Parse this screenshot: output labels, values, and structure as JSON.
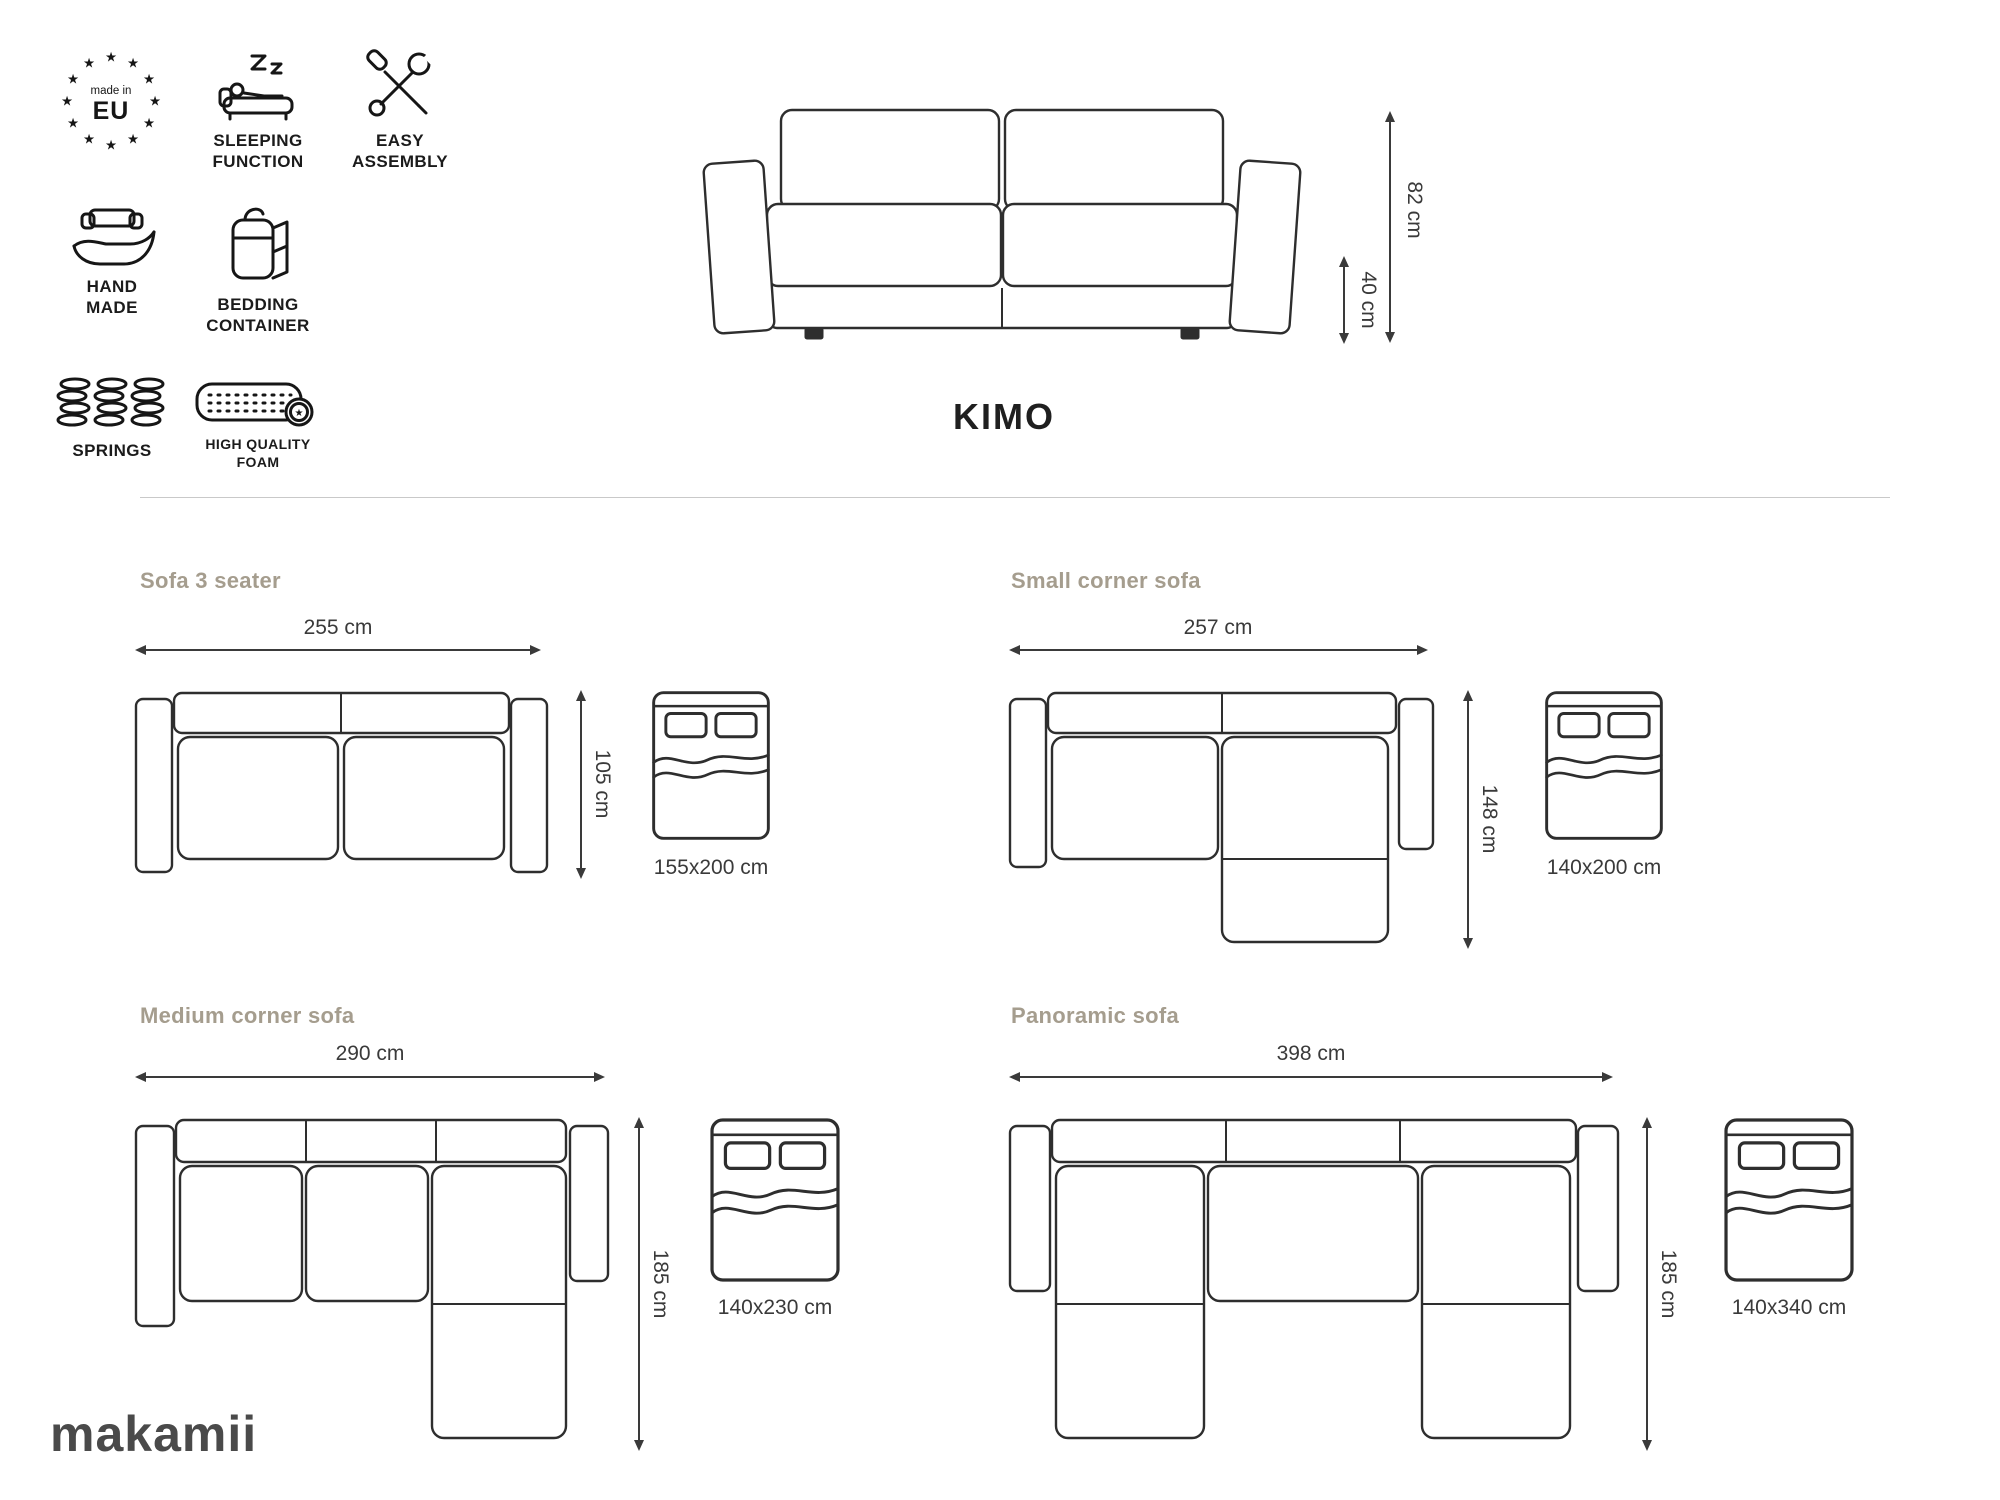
{
  "colors": {
    "line": "#2e2e2e",
    "heading": "#a59d8e",
    "divider": "#c9c9c9",
    "text": "#333333",
    "logo": "#4a4a4a"
  },
  "icons": {
    "star": "★"
  },
  "brand": {
    "logo_text": "makamii"
  },
  "product": {
    "name": "KIMO"
  },
  "badges": {
    "made_in_eu": {
      "icon": "eu-stars-icon",
      "line1": "made in",
      "line2": "EU"
    },
    "sleeping_function": {
      "icon": "sleeping-function-icon",
      "label": "SLEEPING\nFUNCTION"
    },
    "easy_assembly": {
      "icon": "easy-assembly-icon",
      "label": "EASY\nASSEMBLY"
    },
    "hand_made": {
      "icon": "hand-made-icon",
      "label": "HAND\nMADE"
    },
    "bedding_container": {
      "icon": "bedding-container-icon",
      "label": "BEDDING\nCONTAINER"
    },
    "springs": {
      "icon": "springs-icon",
      "label": "SPRINGS"
    },
    "high_quality_foam": {
      "icon": "high-quality-foam-icon",
      "label": "HIGH QUALITY\nFOAM"
    }
  },
  "hero": {
    "total_height": "82 cm",
    "seat_height": "40 cm"
  },
  "variants": [
    {
      "name": "Sofa 3 seater",
      "width": "255 cm",
      "depth": "105 cm",
      "bed_size": "155x200 cm"
    },
    {
      "name": "Small corner sofa",
      "width": "257 cm",
      "depth": "148 cm",
      "bed_size": "140x200 cm"
    },
    {
      "name": "Medium corner sofa",
      "width": "290 cm",
      "depth": "185 cm",
      "bed_size": "140x230 cm"
    },
    {
      "name": "Panoramic sofa",
      "width": "398 cm",
      "depth": "185 cm",
      "bed_size": "140x340 cm"
    }
  ]
}
